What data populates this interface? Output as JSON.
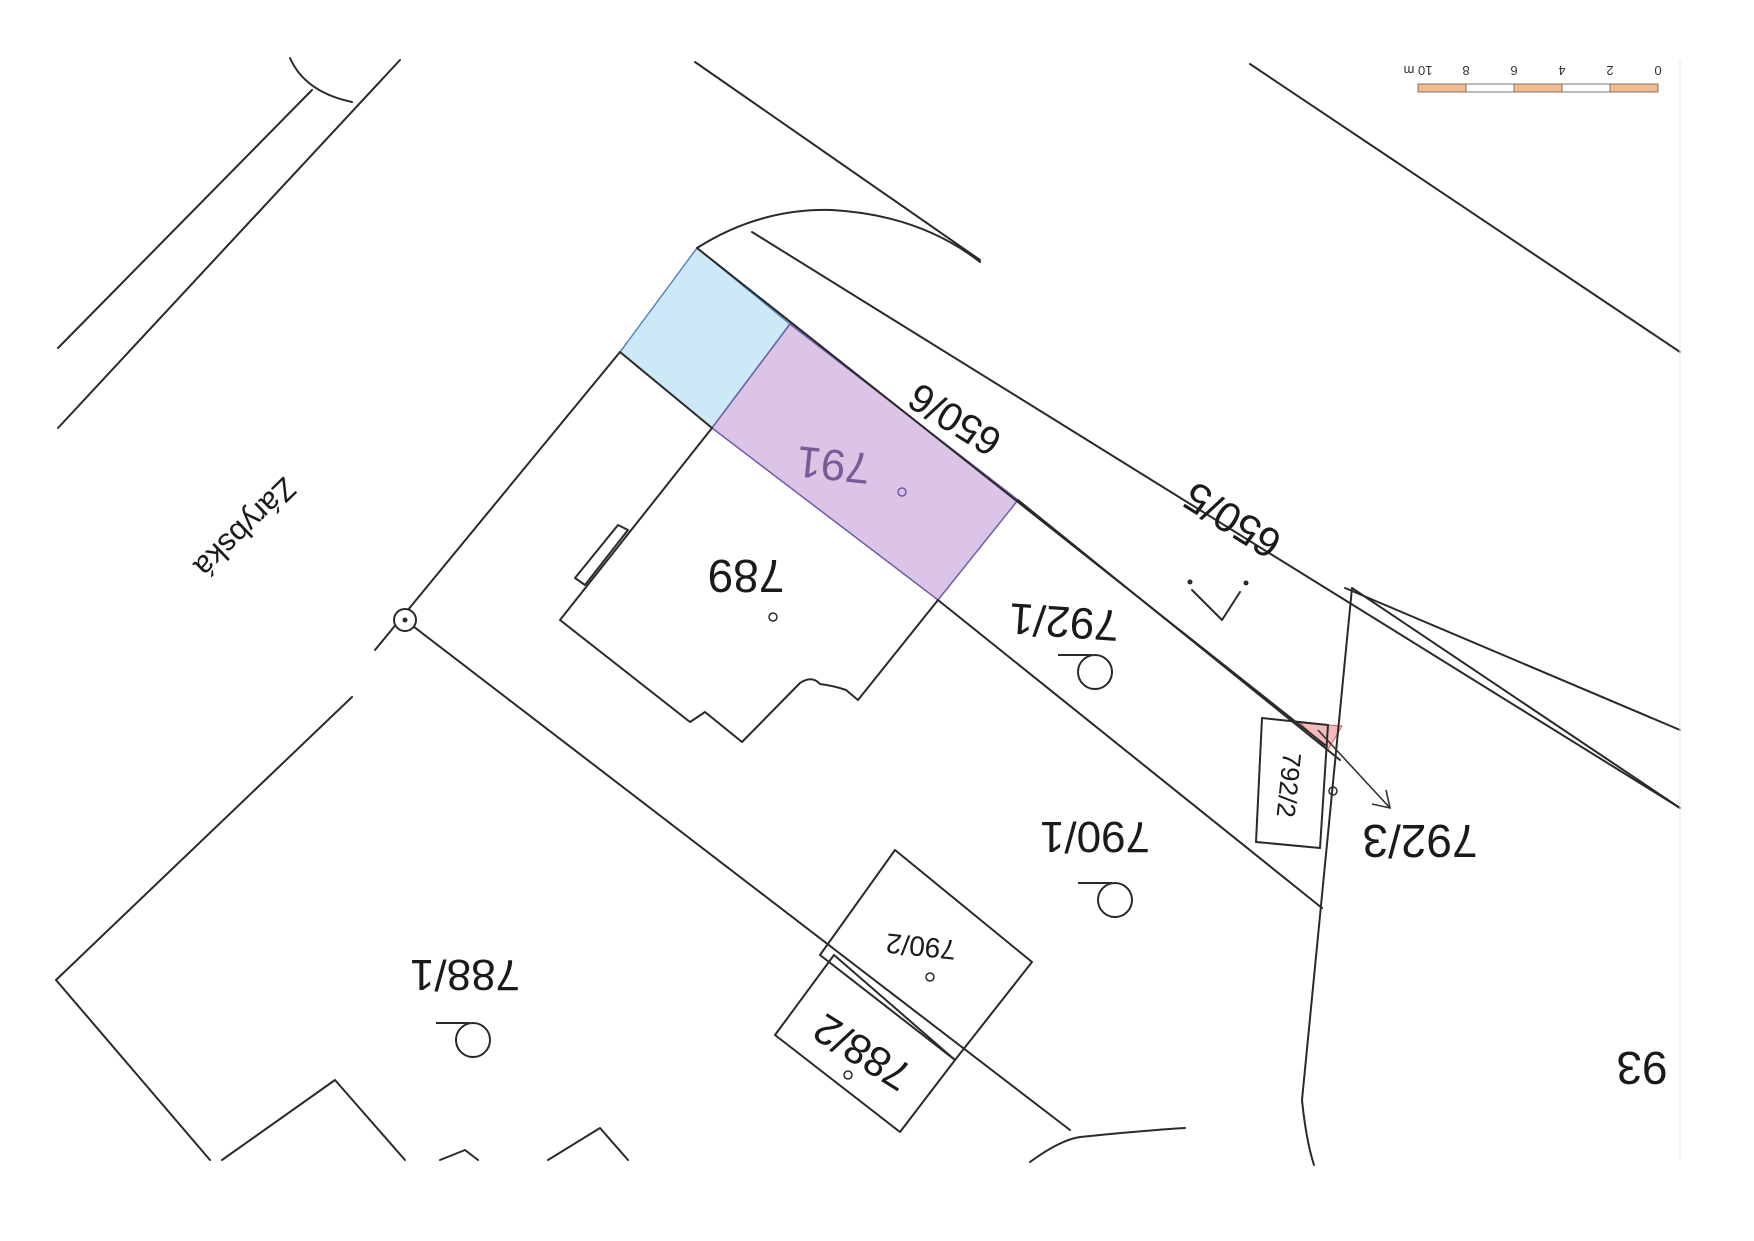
{
  "map": {
    "street": "Zárybská",
    "parcels": {
      "p791": "791",
      "p789": "789",
      "p792_1": "792/1",
      "p792_2": "792/2",
      "p792_3": "792/3",
      "p790_1": "790/1",
      "p790_2": "790/2",
      "p788_1": "788/1",
      "p788_2": "788/2",
      "p650_5": "650/5",
      "p650_6": "650/6",
      "p93": "93"
    },
    "scale_bar": {
      "ticks": [
        "0",
        "2",
        "4",
        "6",
        "8",
        "10 m"
      ]
    },
    "colors": {
      "highlight_blue": "#cde9f7",
      "highlight_purple": "#dcc4e6",
      "purple_label": "#7b5a96",
      "highlight_red": "#f4b9b9",
      "scale_orange": "#f3b98a"
    }
  }
}
